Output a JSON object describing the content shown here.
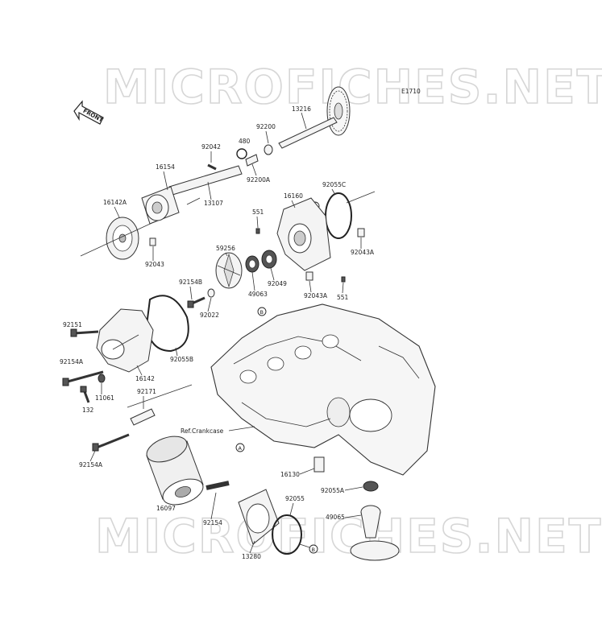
{
  "watermark": {
    "text": "MICROFICHES.NET"
  },
  "diagram_code": "E1710",
  "front_arrow": {
    "text": "FRONT"
  },
  "ref_label": "Ref.Crankcase",
  "callouts": {
    "A": "A",
    "B": "B"
  },
  "parts": {
    "p13216": "13216",
    "p92200": "92200",
    "p480": "480",
    "p92042": "92042",
    "p92200A": "92200A",
    "p16154": "16154",
    "p16142A": "16142A",
    "p13107": "13107",
    "p92043": "92043",
    "p92055C": "92055C",
    "p16160": "16160",
    "p551a": "551",
    "p551b": "551",
    "p92043A_right": "92043A",
    "p92043A_mid": "92043A",
    "p59256": "59256",
    "p92049": "92049",
    "p49063": "49063",
    "p92154B": "92154B",
    "p92022": "92022",
    "p92151": "92151",
    "p92055B": "92055B",
    "p92154A_a": "92154A",
    "p92154A_b": "92154A",
    "p16142": "16142",
    "p11061": "11061",
    "p132": "132",
    "p92171": "92171",
    "p16130": "16130",
    "p92055A": "92055A",
    "p49065": "49065",
    "p16097": "16097",
    "p92154": "92154",
    "p92055": "92055",
    "p13280": "13280"
  }
}
